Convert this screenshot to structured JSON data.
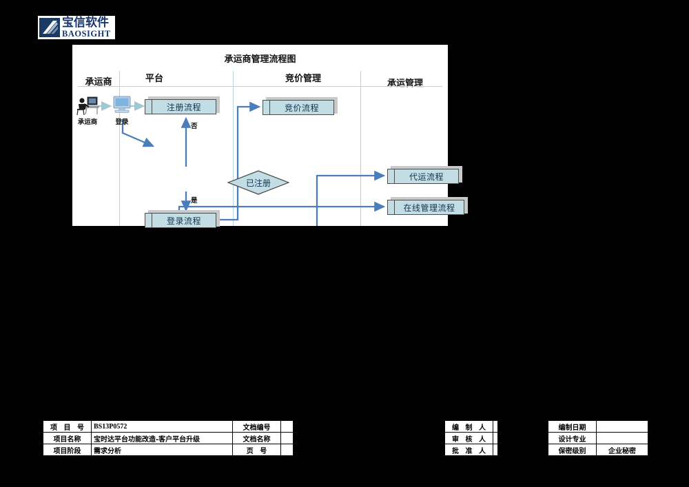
{
  "logo": {
    "cn_name": "宝信软件",
    "en_name": "BAOSIGHT"
  },
  "flowchart": {
    "title": "承运商管理流程图",
    "lanes": [
      {
        "label": "承运商"
      },
      {
        "label": "平台"
      },
      {
        "label": "竞价管理"
      },
      {
        "label": "承运管理"
      }
    ],
    "actors": [
      {
        "icon": "person-at-computer-icon",
        "label": "承运商"
      },
      {
        "icon": "monitor-icon",
        "label": "登录"
      }
    ],
    "nodes": [
      {
        "id": "register",
        "type": "process",
        "label": "注册流程"
      },
      {
        "id": "registered",
        "type": "decision",
        "label": "已注册"
      },
      {
        "id": "login",
        "type": "process",
        "label": "登录流程"
      },
      {
        "id": "bidding",
        "type": "process",
        "label": "竞价流程"
      },
      {
        "id": "agency",
        "type": "process",
        "label": "代运流程"
      },
      {
        "id": "online_mgmt",
        "type": "process",
        "label": "在线管理流程"
      }
    ],
    "decision_labels": {
      "no": "否",
      "yes": "是"
    },
    "colors": {
      "box_fill": "#c3dde5",
      "box_border": "#4c4c4c",
      "connector": "#4a7ebb",
      "light_arrow": "#9fc8d4",
      "lane_divider": "#b9d3de"
    }
  },
  "footer": {
    "left_table": {
      "rows": [
        {
          "label": "项 目 号",
          "value": "BS13P0572",
          "right_label": "文档编号",
          "right_value": ""
        },
        {
          "label": "项目名称",
          "value": "宝时达平台功能改造-客户平台升级",
          "right_label": "文档名称",
          "right_value": ""
        },
        {
          "label": "项目阶段",
          "value": "需求分析",
          "right_label": "页    号",
          "right_value": ""
        }
      ]
    },
    "mid_table": {
      "rows": [
        {
          "label": "编 制 人",
          "value": ""
        },
        {
          "label": "审 核 人",
          "value": ""
        },
        {
          "label": "批 准 人",
          "value": ""
        }
      ]
    },
    "right_table": {
      "rows": [
        {
          "label": "编制日期",
          "value": ""
        },
        {
          "label": "设计专业",
          "value": ""
        },
        {
          "label": "保密级别",
          "value": "企业秘密"
        }
      ]
    }
  }
}
